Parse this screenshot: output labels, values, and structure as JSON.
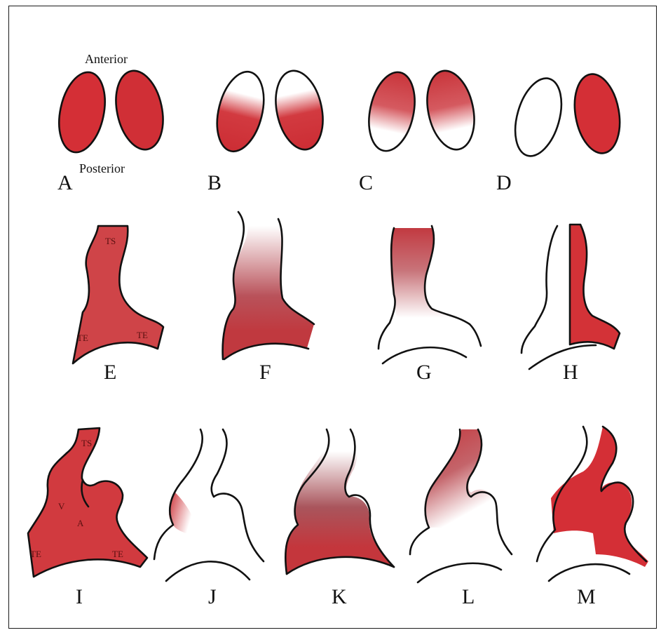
{
  "colors": {
    "stain": "#d42f36",
    "stain_dark": "#b9343a",
    "outline": "#111111",
    "background": "#ffffff"
  },
  "orientation": {
    "anterior": "Anterior",
    "posterior": "Posterior"
  },
  "panels": {
    "A": "A",
    "B": "B",
    "C": "C",
    "D": "D",
    "E": "E",
    "F": "F",
    "G": "G",
    "H": "H",
    "I": "I",
    "J": "J",
    "K": "K",
    "L": "L",
    "M": "M"
  },
  "regions": {
    "ts": "TS",
    "te": "TE",
    "v": "V",
    "a": "A"
  }
}
